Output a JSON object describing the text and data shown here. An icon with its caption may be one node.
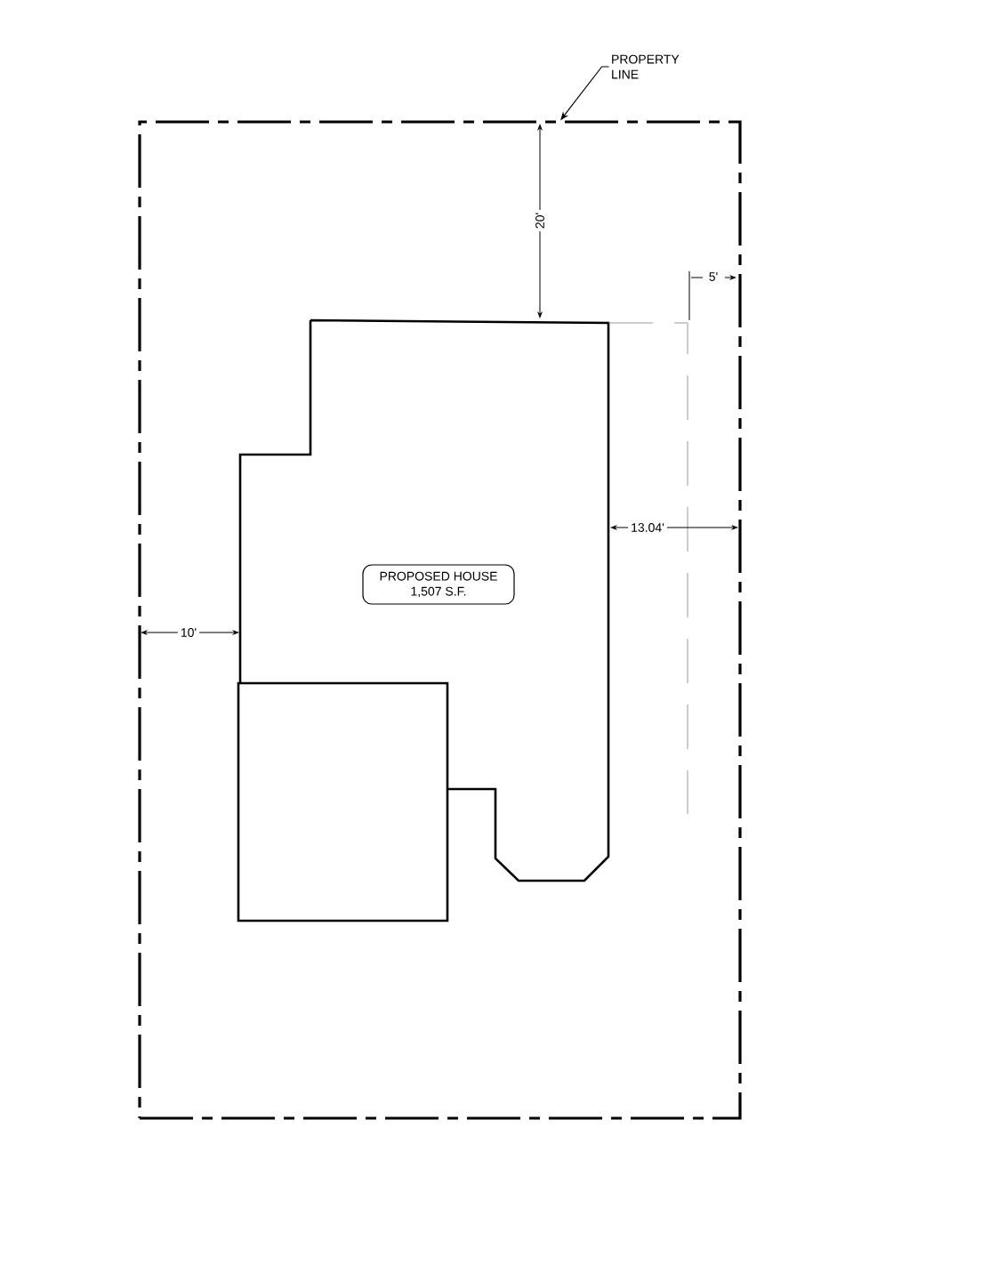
{
  "diagram": {
    "nodes": [
      {
        "text": [
          "PROPERTY LINE"
        ]
      },
      {
        "text": [],
        "shape": "box"
      },
      {
        "text": [
          "PROPOSED HOUSE",
          "1,507 S.F."
        ],
        "in": 1
      }
    ],
    "edges": [
      {
        "from": 0,
        "to": 1,
        "arrow": "to"
      }
    ],
    "labels": [
      "20'",
      "5'",
      "13.04'",
      "10'"
    ]
  }
}
